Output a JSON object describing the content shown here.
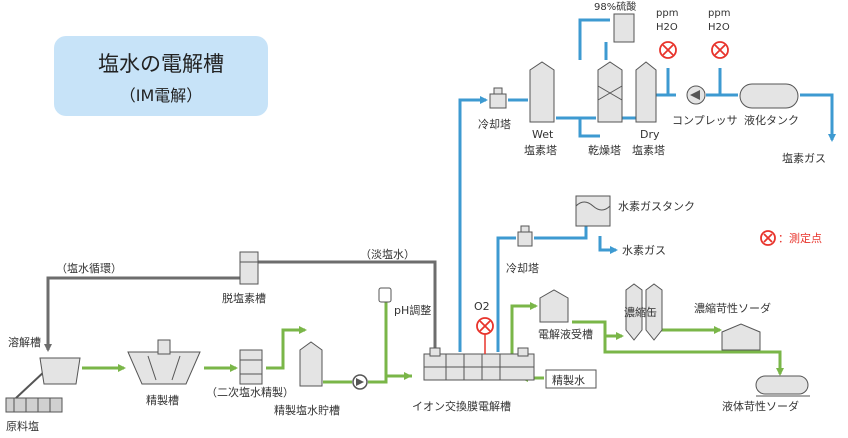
{
  "title": {
    "main": "塩水の電解槽",
    "sub": "（IM電解）"
  },
  "legend": {
    "measurement_point": "：測定点"
  },
  "labels": {
    "raw_salt": "原料塩",
    "dissolving_tank": "溶解槽",
    "refining_tank": "精製槽",
    "secondary_refining": "（二次塩水精製）",
    "refined_brine_tank": "精製塩水貯槽",
    "dechlorination_tank": "脱塩素槽",
    "brine_circulation": "（塩水循環）",
    "dilute_brine": "（淡塩水）",
    "ph_adjust": "pH調整",
    "o2": "O2",
    "electrolyzer": "イオン交換膜電解槽",
    "pure_water": "精製水",
    "cooling_tower_top": "冷却塔",
    "wet_tower_1": "Wet",
    "wet_tower_2": "塩素塔",
    "drying_tower": "乾燥塔",
    "dry_tower_1": "Dry",
    "dry_tower_2": "塩素塔",
    "sulfuric_acid": "98%硫酸",
    "ppm_1": "ppm",
    "h2o_1": "H2O",
    "ppm_2": "ppm",
    "h2o_2": "H2O",
    "compressor": "コンプレッサ",
    "liquefaction_tank": "液化タンク",
    "chlorine_gas": "塩素ガス",
    "hydrogen_tank": "水素ガスタンク",
    "hydrogen_gas": "水素ガス",
    "cooling_tower_mid": "冷却塔",
    "electrolyte_tank": "電解液受槽",
    "concentrator": "濃縮缶",
    "conc_caustic": "濃縮苛性ソーダ",
    "liquid_caustic": "液体苛性ソーダ"
  },
  "colors": {
    "brine_line": "#7ab648",
    "gas_line": "#3d9ad1",
    "return_line": "#6d6d6d",
    "equipment_fill": "#e4e4e4",
    "equipment_stroke": "#555555",
    "measure_red": "#e8342c",
    "title_bg": "#c7e3f8"
  },
  "icons": [
    "measurement-point-icon",
    "pump-icon",
    "cooling-tower-icon",
    "arrowhead-icon"
  ]
}
